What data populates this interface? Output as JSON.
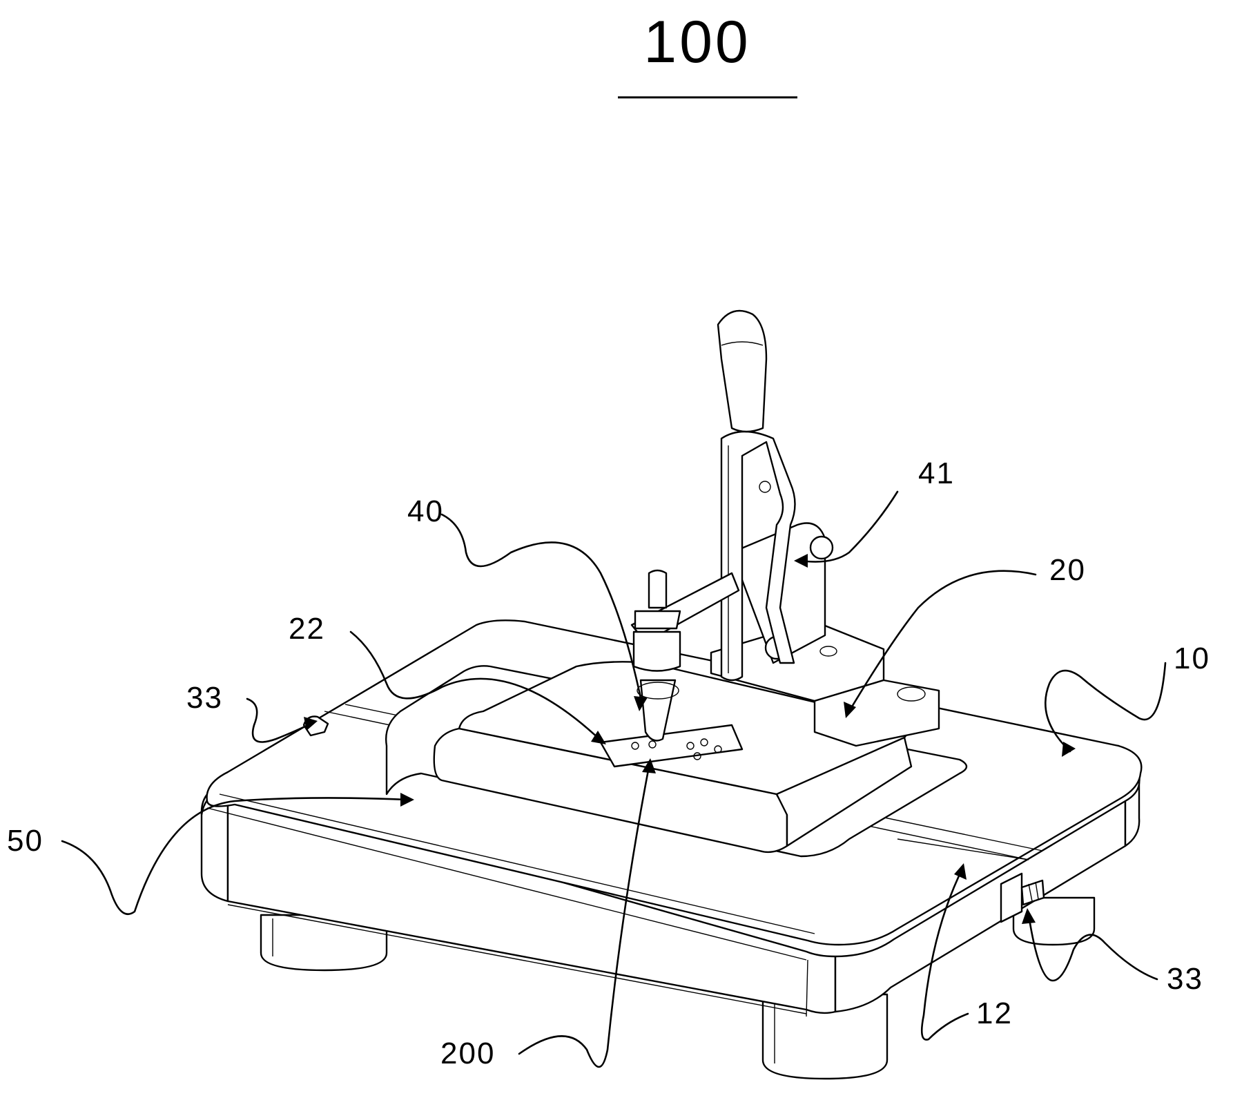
{
  "figure": {
    "title": "100",
    "labels": {
      "l40": "40",
      "l41": "41",
      "l20": "20",
      "l22": "22",
      "l10": "10",
      "l33_left": "33",
      "l33_right": "33",
      "l50": "50",
      "l200": "200",
      "l12": "12"
    }
  }
}
